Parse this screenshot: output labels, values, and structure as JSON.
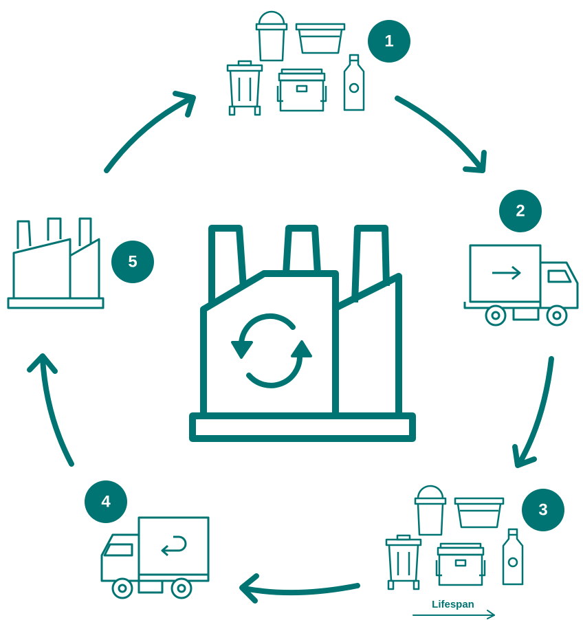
{
  "colors": {
    "primary": "#007472",
    "background": "#ffffff"
  },
  "steps": [
    {
      "number": "1",
      "icon": "plastic-products-icon"
    },
    {
      "number": "2",
      "icon": "delivery-truck-icon"
    },
    {
      "number": "3",
      "icon": "plastic-products-in-use-icon"
    },
    {
      "number": "4",
      "icon": "return-truck-icon"
    },
    {
      "number": "5",
      "icon": "factory-icon"
    }
  ],
  "lifespan_label": "Lifespan",
  "center_icon": "recycling-factory-icon"
}
